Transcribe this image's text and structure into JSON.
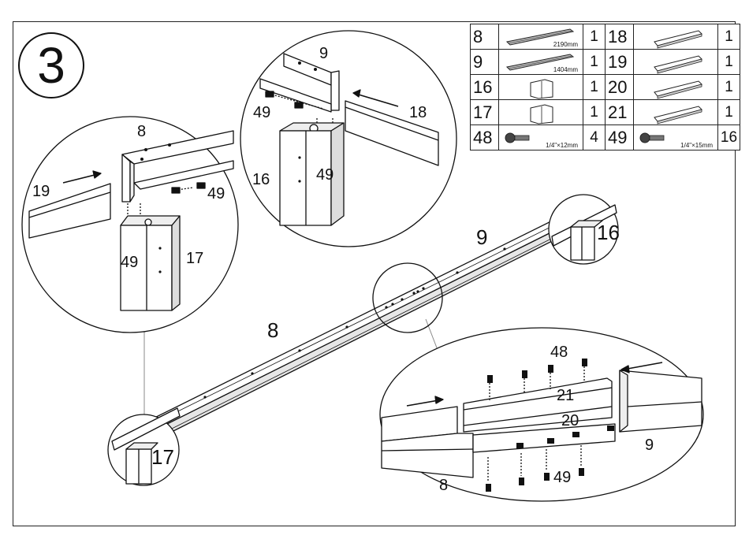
{
  "step": "3",
  "parts": [
    {
      "left": {
        "num": "8",
        "dim": "2190mm",
        "icon": "long-rail-icon",
        "qty": "1"
      },
      "right": {
        "num": "18",
        "dim": "",
        "icon": "bracket-rail-icon",
        "qty": "1"
      }
    },
    {
      "left": {
        "num": "9",
        "dim": "1404mm",
        "icon": "long-rail-icon",
        "qty": "1"
      },
      "right": {
        "num": "19",
        "dim": "",
        "icon": "bracket-rail-icon",
        "qty": "1"
      }
    },
    {
      "left": {
        "num": "16",
        "dim": "",
        "icon": "leg-post-icon",
        "qty": "1"
      },
      "right": {
        "num": "20",
        "dim": "",
        "icon": "bracket-rail-icon",
        "qty": "1"
      }
    },
    {
      "left": {
        "num": "17",
        "dim": "",
        "icon": "leg-post-icon",
        "qty": "1"
      },
      "right": {
        "num": "21",
        "dim": "",
        "icon": "bracket-rail-icon",
        "qty": "1"
      }
    },
    {
      "left": {
        "num": "48",
        "dim": "1/4\"×12mm",
        "icon": "bolt-icon",
        "qty": "4"
      },
      "right": {
        "num": "49",
        "dim": "1/4\"×15mm",
        "icon": "bolt-icon",
        "qty": "16"
      }
    }
  ],
  "callouts": {
    "top_left_rail": "8",
    "top_left_side": "19",
    "top_left_bolt": "49",
    "top_left_bolt_b": "49",
    "top_left_leg": "17",
    "top_mid_rail": "9",
    "top_mid_side": "18",
    "top_mid_bolt": "49",
    "top_mid_bolt_b": "49",
    "top_mid_leg": "16",
    "main_rail_9": "9",
    "main_leg_16": "16",
    "main_rail_8": "8",
    "main_leg_17": "17",
    "joint_bolt_top": "48",
    "joint_plate_top": "21",
    "joint_plate_bottom": "20",
    "joint_rail_right": "9",
    "joint_rail_left": "8",
    "joint_bolt_bottom": "49"
  }
}
